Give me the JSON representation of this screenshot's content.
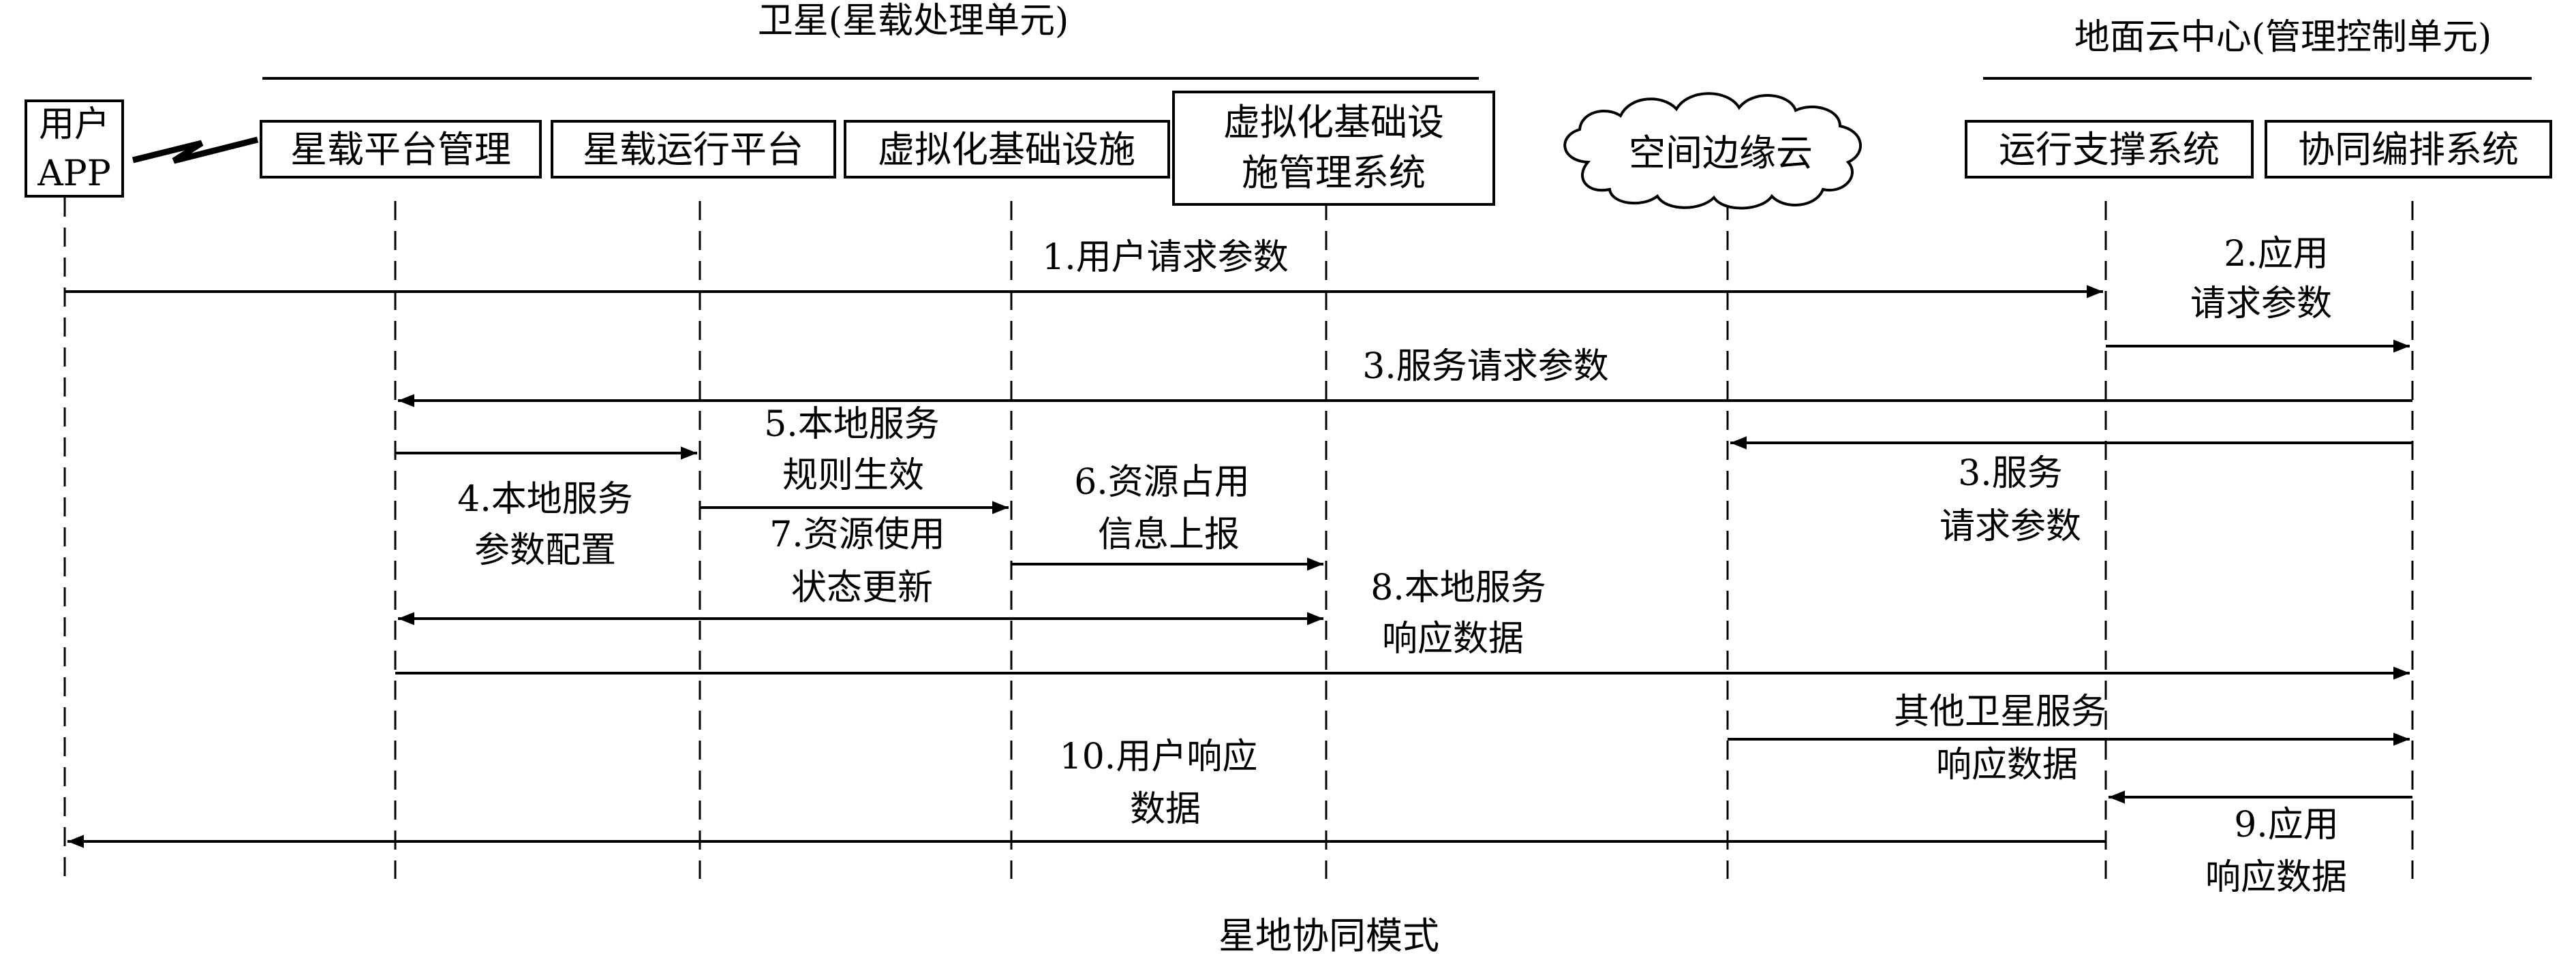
{
  "groups": {
    "satellite": "卫星(星载处理单元)",
    "ground": "地面云中心(管理控制单元)"
  },
  "participants": {
    "app": [
      "用户",
      "APP"
    ],
    "platform_mgmt": "星载平台管理",
    "runtime_platform": "星载运行平台",
    "virt_infra": "虚拟化基础设施",
    "virt_mgmt": [
      "虚拟化基础设",
      "施管理系统"
    ],
    "edge_cloud": "空间边缘云",
    "ops_support": "运行支撑系统",
    "orchestration": "协同编排系统"
  },
  "messages": {
    "m1": [
      "1.用户请求参数"
    ],
    "m2": [
      "2.应用",
      "请求参数"
    ],
    "m3": [
      "3.服务请求参数"
    ],
    "m3b": [
      "3.服务",
      "请求参数"
    ],
    "m4": [
      "4.本地服务",
      "参数配置"
    ],
    "m5": [
      "5.本地服务",
      "规则生效"
    ],
    "m6": [
      "6.资源占用",
      "信息上报"
    ],
    "m7": [
      "7.资源使用",
      "状态更新"
    ],
    "m8": [
      "8.本地服务",
      "响应数据"
    ],
    "m_other": [
      "其他卫星服务",
      "响应数据"
    ],
    "m9": [
      "9.应用",
      "响应数据"
    ],
    "m10": [
      "10.用户响应",
      "数据"
    ]
  },
  "caption": "星地协同模式"
}
